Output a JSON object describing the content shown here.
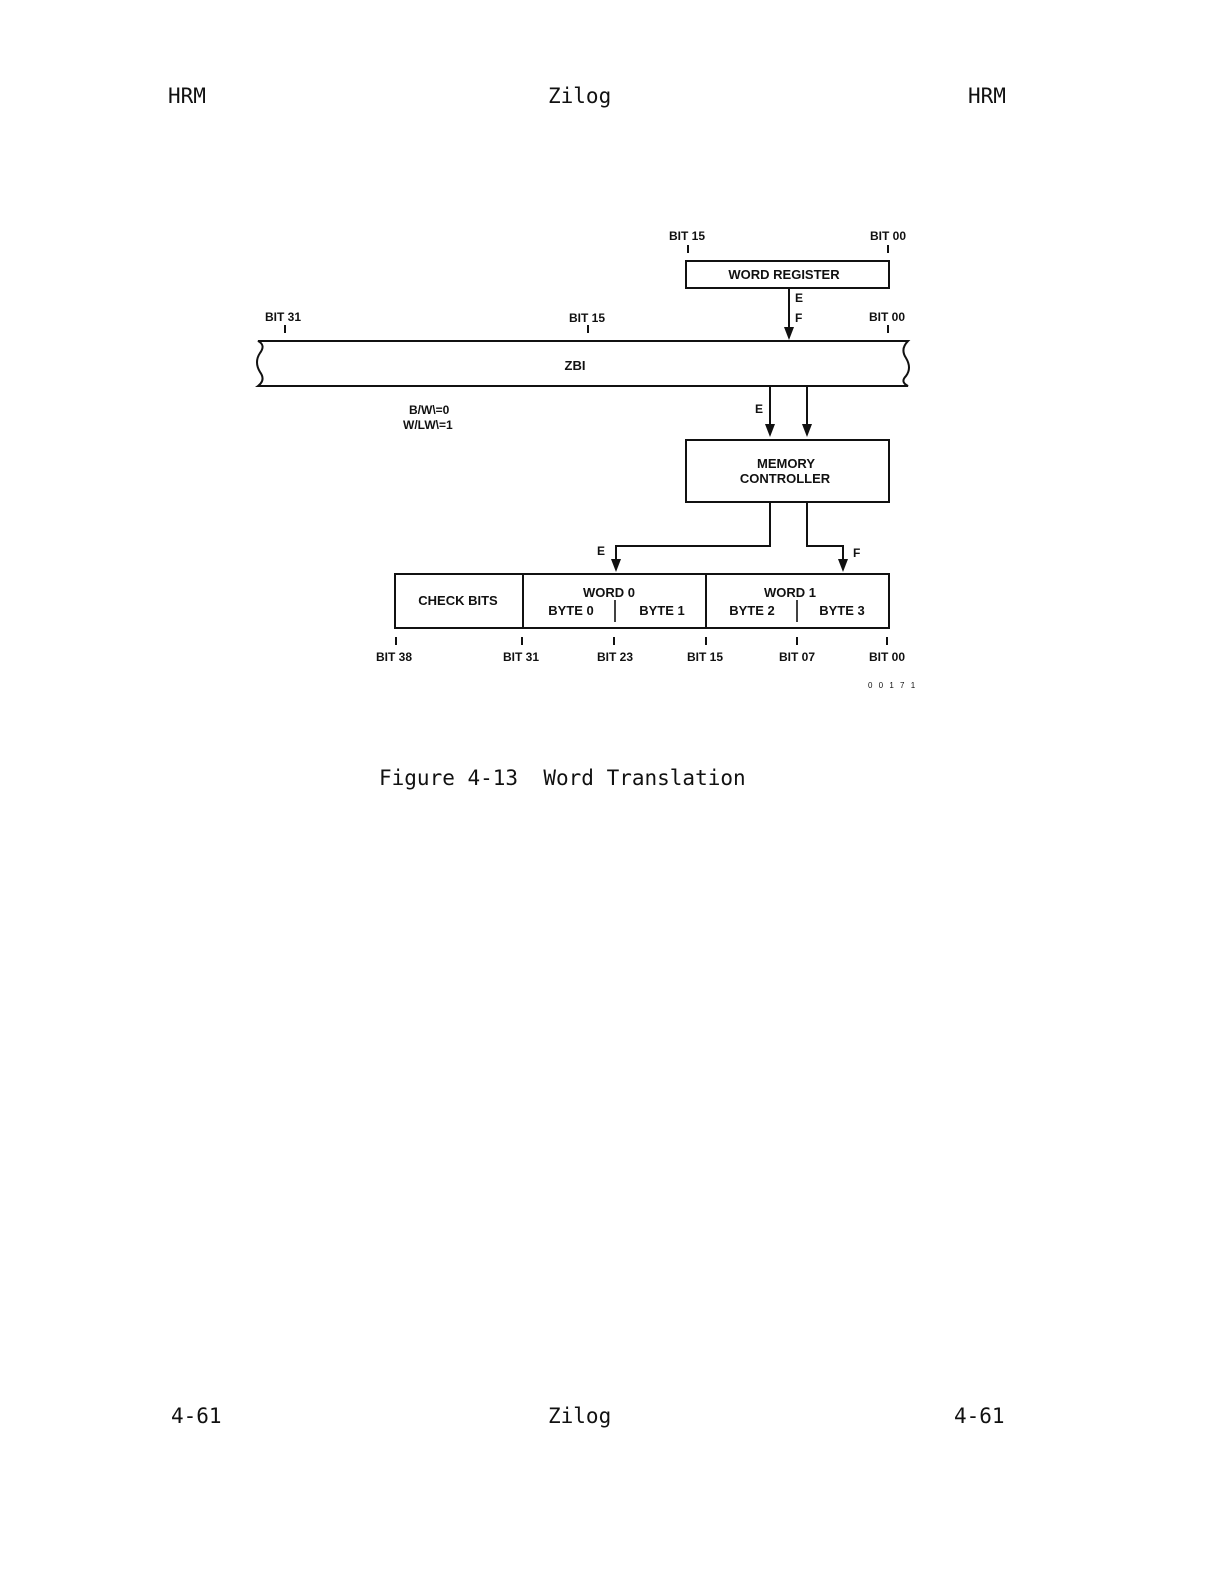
{
  "header": {
    "left": "HRM",
    "center": "Zilog",
    "right": "HRM"
  },
  "footer": {
    "left": "4-61",
    "center": "Zilog",
    "right": "4-61"
  },
  "figure": {
    "caption": "Figure 4-13  Word Translation",
    "word_register": {
      "label": "WORD REGISTER",
      "bit_left": "BIT 15",
      "bit_right": "BIT 00"
    },
    "zbi": {
      "label": "ZBI",
      "bit_left": "BIT 31",
      "bit_mid": "BIT 15",
      "bit_right": "BIT 00"
    },
    "signals": {
      "reg_e": "E",
      "reg_f": "F",
      "mc_e": "E",
      "out_e": "E",
      "out_f": "F"
    },
    "control_note": {
      "line1": "B/W\\=0",
      "line2": "W/LW\\=1"
    },
    "memory_controller": {
      "line1": "MEMORY",
      "line2": "CONTROLLER"
    },
    "memory_word": {
      "check_bits": "CHECK BITS",
      "word0": "WORD 0",
      "word1": "WORD 1",
      "byte0": "BYTE 0",
      "byte1": "BYTE 1",
      "byte2": "BYTE 2",
      "byte3": "BYTE 3"
    },
    "bottom_bits": [
      "BIT 38",
      "BIT 31",
      "BIT 23",
      "BIT 15",
      "BIT 07",
      "BIT 00"
    ],
    "figure_number": "0 0 1 7 1"
  }
}
